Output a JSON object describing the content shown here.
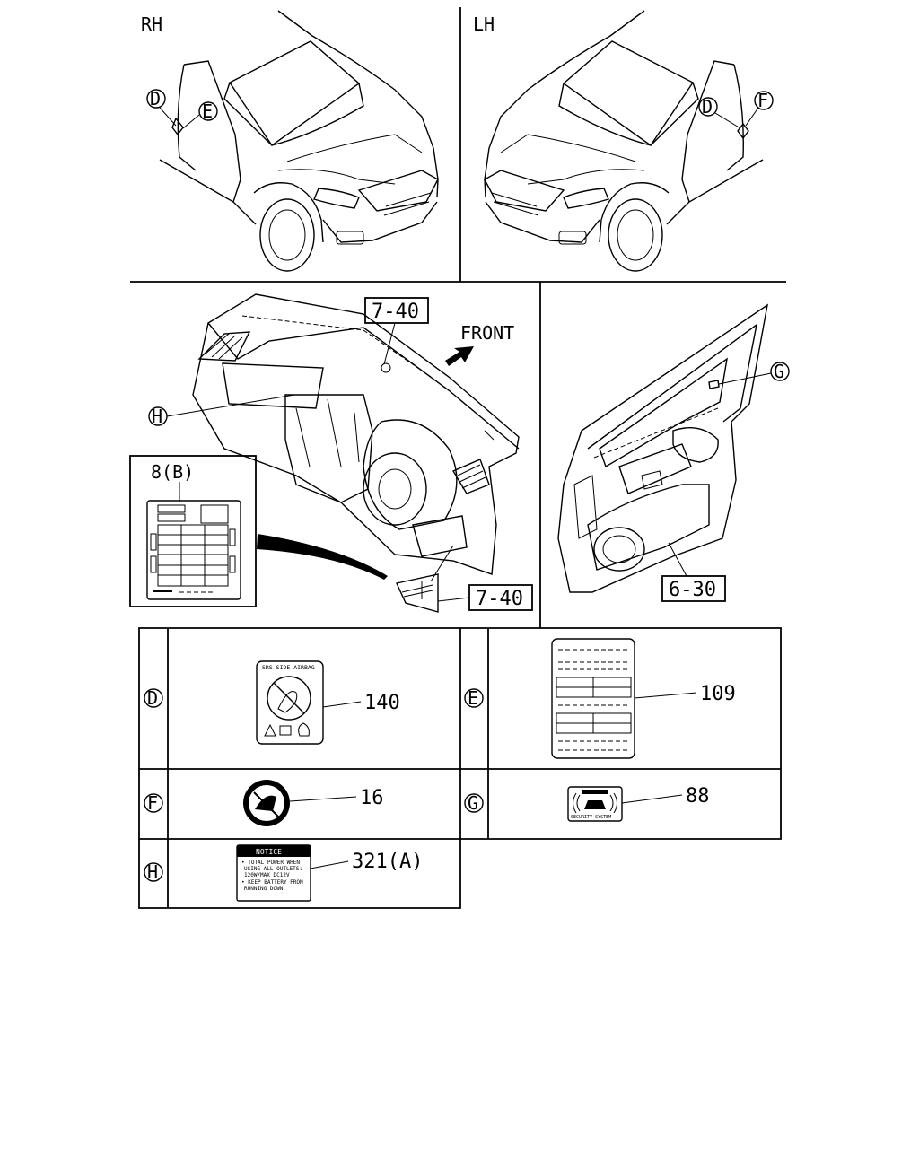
{
  "views": {
    "rh": "RH",
    "lh": "LH",
    "front": "FRONT"
  },
  "callouts": {
    "d_left": "D",
    "e_left": "E",
    "d_right": "D",
    "f_right": "F",
    "g": "G",
    "h": "H"
  },
  "refs": {
    "ref_7_40_top": "7-40",
    "ref_7_40_bottom": "7-40",
    "ref_6_30": "6-30",
    "ref_8b": "8(B)"
  },
  "table": {
    "rows": [
      {
        "key": "D",
        "part": "140",
        "label_title": "SRS SIDE AIRBAG"
      },
      {
        "key": "E",
        "part": "109"
      },
      {
        "key": "F",
        "part": "16"
      },
      {
        "key": "G",
        "part": "88",
        "label_text": "SECURITY SYSTEM"
      },
      {
        "key": "H",
        "part": "321(A)",
        "label_title": "NOTICE",
        "label_lines": [
          "• TOTAL POWER WHEN",
          "USING ALL OUTLETS:",
          "120W/MAX DC12V",
          "• KEEP BATTERY FROM",
          "RUNNING DOWN"
        ]
      }
    ]
  }
}
